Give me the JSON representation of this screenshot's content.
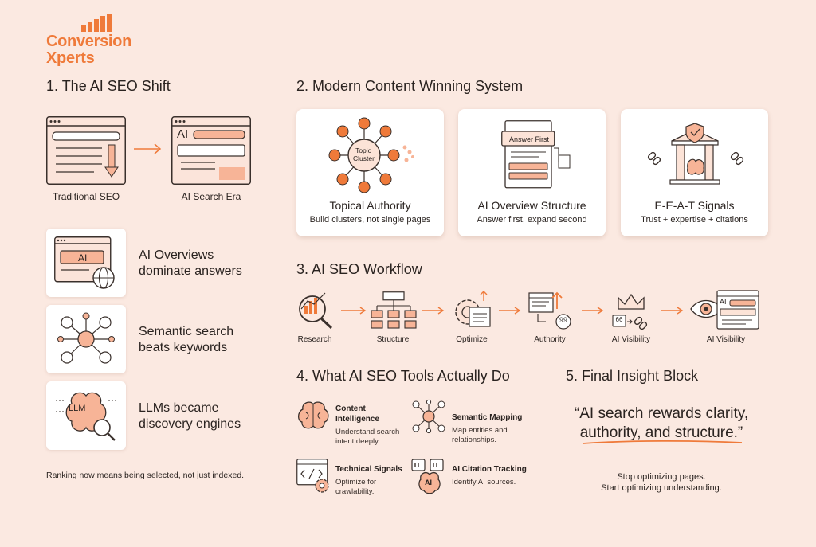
{
  "logo": {
    "line1": "Conversion",
    "line2": "Xperts"
  },
  "section1": {
    "title": "1. The AI SEO Shift",
    "left_label": "Traditional SEO",
    "right_label": "AI Search Era",
    "ai_tag": "AI",
    "features": [
      {
        "line1": "AI Overviews",
        "line2": "dominate answers",
        "icon_label": "AI"
      },
      {
        "line1": "Semantic search",
        "line2": "beats keywords"
      },
      {
        "line1": "LLMs became",
        "line2": "discovery engines",
        "icon_label": "LLM"
      }
    ],
    "footnote": "Ranking now means being selected, not just indexed."
  },
  "section2": {
    "title": "2. Modern Content Winning System",
    "cards": [
      {
        "title": "Topical Authority",
        "subtitle": "Build clusters, not single pages",
        "icon_label_1": "Topic",
        "icon_label_2": "Cluster"
      },
      {
        "title": "AI Overview Structure",
        "subtitle": "Answer first, expand second",
        "icon_label": "Answer First"
      },
      {
        "title": "E-E-A-T Signals",
        "subtitle": "Trust + expertise + citations"
      }
    ]
  },
  "section3": {
    "title": "3. AI SEO Workflow",
    "steps": [
      "Research",
      "Structure",
      "Optimize",
      "Authority",
      "AI Visibility",
      "AI Visibility"
    ],
    "authority_badge": "99",
    "visibility_badge": "66",
    "final_tag": "AI"
  },
  "section4": {
    "title": "4. What AI SEO Tools Actually Do",
    "tools": [
      {
        "title_1": "Content",
        "title_2": "Intelligence",
        "desc_1": "Understand search",
        "desc_2": "intent deeply."
      },
      {
        "title_1": "Semantic Mapping",
        "desc_1": "Map entities and",
        "desc_2": "relationships."
      },
      {
        "title_1": "Technical Signals",
        "desc_1": "Optimize for",
        "desc_2": "crawlability."
      },
      {
        "title_1": "AI Citation Tracking",
        "desc_1": "Identify AI sources.",
        "icon_label": "AI"
      }
    ]
  },
  "section5": {
    "title": "5. Final Insight Block",
    "quote_line1": "“AI search rewards clarity,",
    "quote_line2": "authority, and structure.”",
    "insight_line1": "Stop optimizing pages.",
    "insight_line2": "Start optimizing understanding."
  },
  "colors": {
    "accent": "#ef7a3a",
    "accent_light": "#f7b497",
    "line": "#3a302c",
    "background": "#fbe9e1"
  }
}
